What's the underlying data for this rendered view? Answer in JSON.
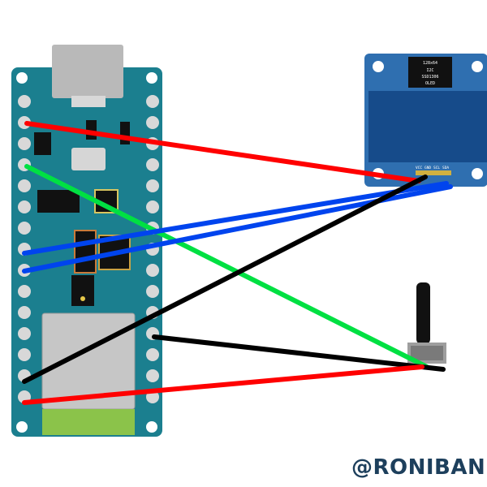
{
  "watermark": "@RONIBAN",
  "oled": {
    "chip_lines": [
      "128x64",
      "I2C",
      "SSD1306",
      "OLED"
    ],
    "pins": [
      "VCC",
      "GND",
      "SCL",
      "SDA"
    ]
  },
  "colors": {
    "board": "#1b7f8f",
    "oled_board": "#2f6fb0",
    "oled_screen": "#164b8a",
    "red_wire": "#ff0000",
    "green_wire": "#00e042",
    "blue_wire": "#0044ee",
    "black_wire": "#000000"
  },
  "icons": {
    "microcontroller": "arduino-nano-board",
    "display": "oled-display-module",
    "potentiometer": "potentiometer"
  }
}
